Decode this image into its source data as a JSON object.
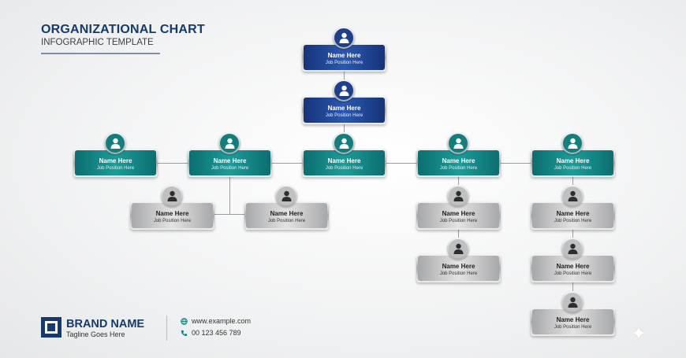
{
  "header": {
    "title": "ORGANIZATIONAL CHART",
    "subtitle": "INFOGRAPHIC TEMPLATE"
  },
  "colors": {
    "blue": "#1d3f8c",
    "teal": "#137f7d",
    "grey": "#bfc0c2",
    "brand": "#163a6b"
  },
  "nodes": [
    {
      "tier": "blue",
      "name": "Name Here",
      "position": "Job Position Here"
    },
    {
      "tier": "blue",
      "name": "Name Here",
      "position": "Job Position Here"
    },
    {
      "tier": "teal",
      "name": "Name Here",
      "position": "Job Position Here"
    },
    {
      "tier": "teal",
      "name": "Name Here",
      "position": "Job Position Here"
    },
    {
      "tier": "teal",
      "name": "Name Here",
      "position": "Job Position Here"
    },
    {
      "tier": "teal",
      "name": "Name Here",
      "position": "Job Position Here"
    },
    {
      "tier": "teal",
      "name": "Name Here",
      "position": "Job Position Here"
    },
    {
      "tier": "grey",
      "name": "Name Here",
      "position": "Job Position Here"
    },
    {
      "tier": "grey",
      "name": "Name Here",
      "position": "Job Position Here"
    },
    {
      "tier": "grey",
      "name": "Name Here",
      "position": "Job Position Here"
    },
    {
      "tier": "grey",
      "name": "Name Here",
      "position": "Job Position Here"
    },
    {
      "tier": "grey",
      "name": "Name Here",
      "position": "Job Position Here"
    },
    {
      "tier": "grey",
      "name": "Name Here",
      "position": "Job Position Here"
    },
    {
      "tier": "grey",
      "name": "Name Here",
      "position": "Job Position Here"
    }
  ],
  "footer": {
    "brand": "BRAND NAME",
    "tagline": "Tagline Goes Here",
    "website": "www.example.com",
    "phone": "00 123 456 789"
  }
}
